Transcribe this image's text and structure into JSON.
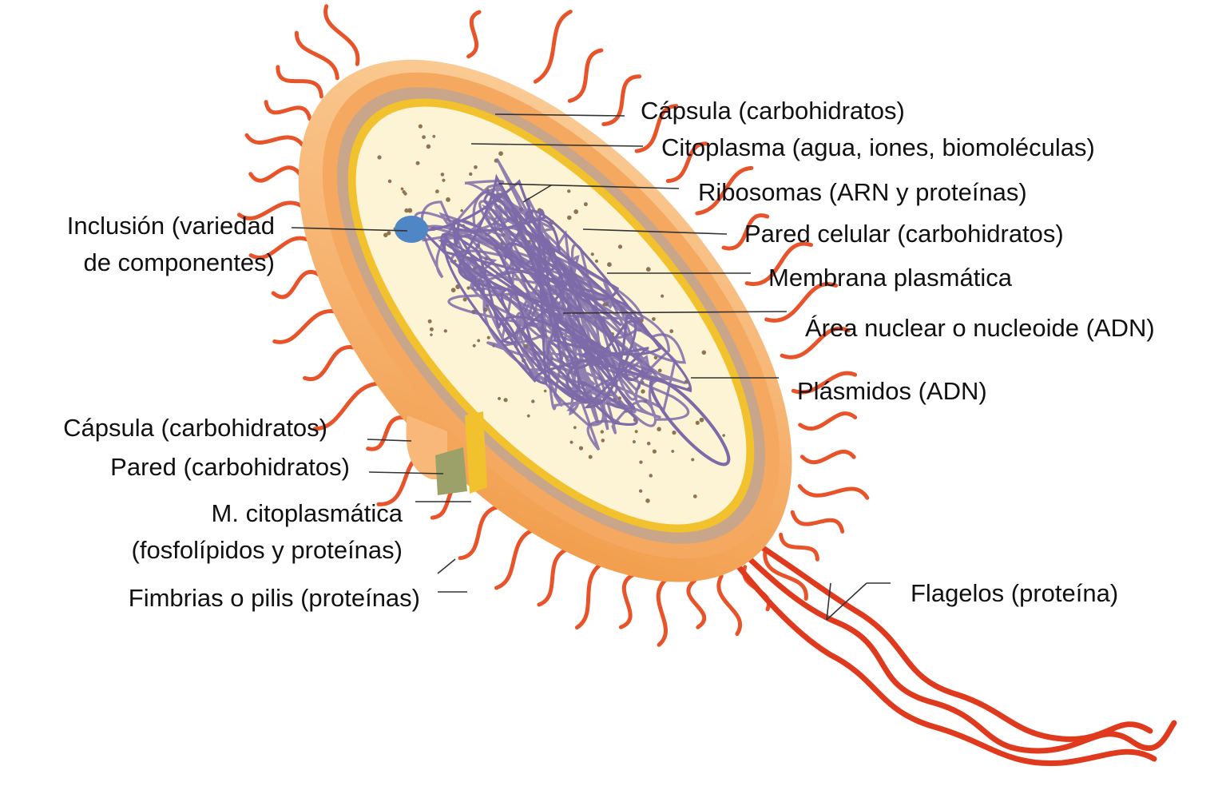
{
  "labels": {
    "capsula_right": "Cápsula (carbohidratos)",
    "citoplasma": "Citoplasma (agua, iones, biomoléculas)",
    "ribosomas": "Ribosomas (ARN y proteínas)",
    "pared_celular": "Pared celular (carbohidratos)",
    "membrana_plasmatica": "Membrana plasmática",
    "area_nuclear": "Área nuclear o nucleoide (ADN)",
    "plasmidos": "Plásmidos (ADN)",
    "inclusion_line1": "Inclusión (variedad",
    "inclusion_line2": "de componentes)",
    "capsula_left": "Cápsula (carbohidratos)",
    "pared_left": "Pared (carbohidratos)",
    "m_cito_line1": "M. citoplasmática",
    "m_cito_line2": "(fosfolípidos y proteínas)",
    "fimbrias": "Fimbrias o pilis (proteínas)",
    "flagelos": "Flagelos  (proteína)"
  },
  "colors": {
    "capsule": "#f5a860",
    "capsule_light": "#fbd3a0",
    "wall": "#c9a58a",
    "membrane": "#f2c12e",
    "cytoplasm": "#fdf4d6",
    "dna": "#7d6aa8",
    "inclusion": "#4f86c6",
    "ribosome": "#8f7550",
    "pili": "#e8532a",
    "flagella": "#e03a1e",
    "leader": "#333333"
  }
}
